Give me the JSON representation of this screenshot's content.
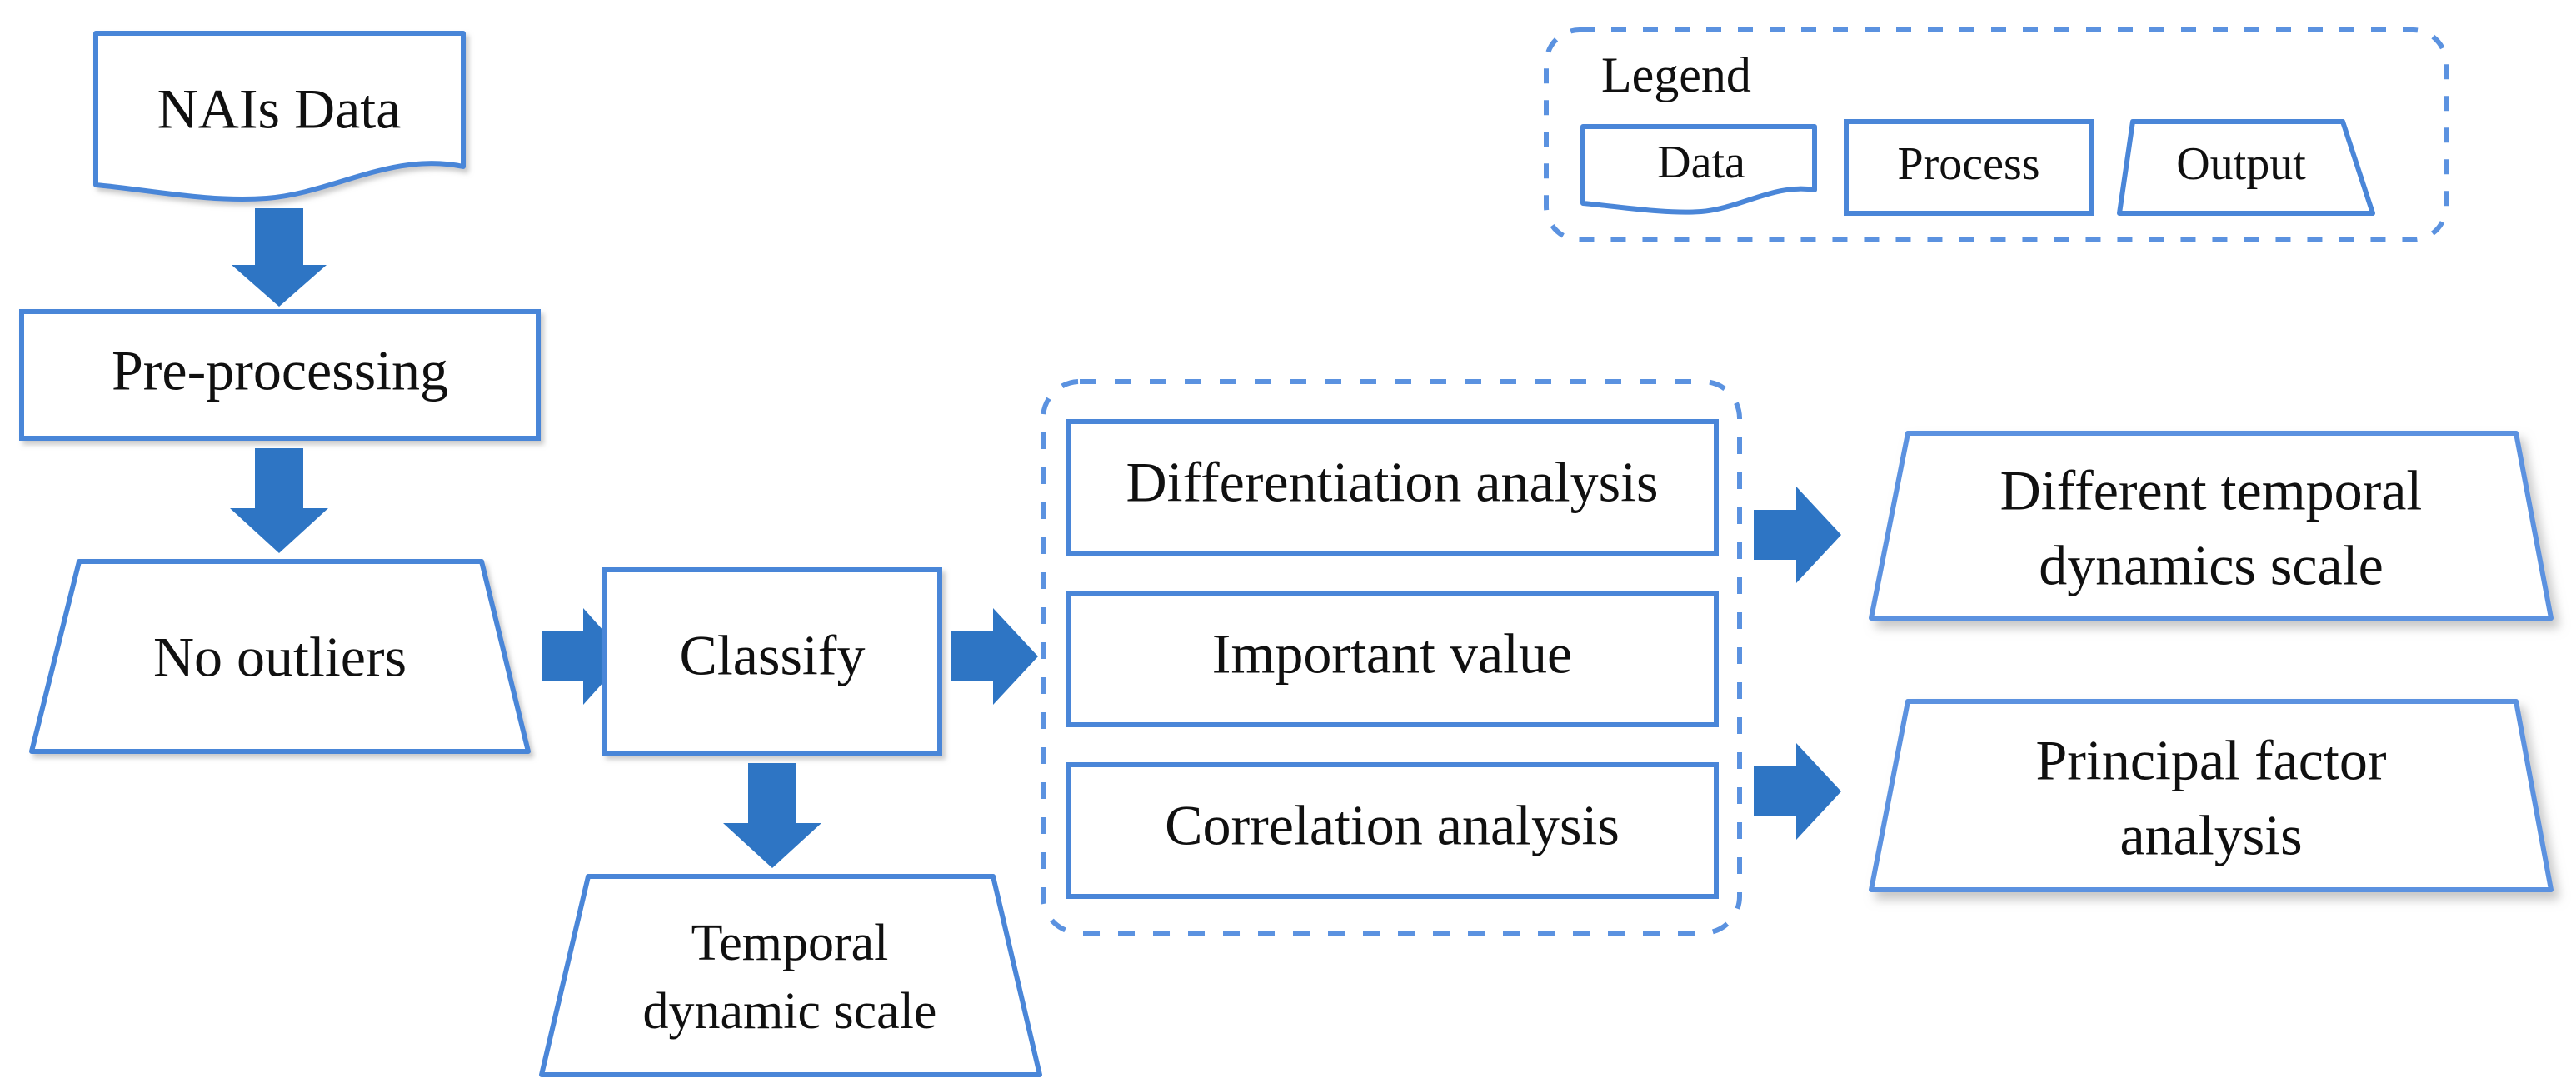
{
  "diagram": {
    "title": "NAIs data analysis workflow flowchart",
    "colors": {
      "shape_stroke": "#4a86d8",
      "arrow_fill": "#2e75c4",
      "group_dash": "#5b92e0",
      "text": "#101010",
      "background": "#ffffff",
      "shadow": "#b9b9b9"
    }
  },
  "nodes": {
    "nais_data": {
      "label": "NAIs Data",
      "type": "data"
    },
    "pre_processing": {
      "label": "Pre-processing",
      "type": "process"
    },
    "no_outliers": {
      "label": "No outliers",
      "type": "output"
    },
    "classify": {
      "label": "Classify",
      "type": "process"
    },
    "temporal_dynamic_scale": {
      "label_line1": "Temporal",
      "label_line2": "dynamic scale",
      "type": "output"
    },
    "differentiation_analysis": {
      "label": "Differentiation analysis",
      "type": "process"
    },
    "important_value": {
      "label": "Important value",
      "type": "process"
    },
    "correlation_analysis": {
      "label": "Correlation analysis",
      "type": "process"
    },
    "different_temporal_dynamics_scale": {
      "label_line1": "Different temporal",
      "label_line2": "dynamics scale",
      "type": "output"
    },
    "principal_factor_analysis": {
      "label_line1": "Principal factor",
      "label_line2": "analysis",
      "type": "output"
    }
  },
  "legend": {
    "title": "Legend",
    "items": [
      {
        "label": "Data",
        "type": "data"
      },
      {
        "label": "Process",
        "type": "process"
      },
      {
        "label": "Output",
        "type": "output"
      }
    ]
  },
  "arrows": [
    {
      "name": "nais-data-to-pre-processing",
      "direction": "down"
    },
    {
      "name": "pre-processing-to-no-outliers",
      "direction": "down"
    },
    {
      "name": "no-outliers-to-classify",
      "direction": "right"
    },
    {
      "name": "classify-to-analysis-group",
      "direction": "right"
    },
    {
      "name": "classify-to-temporal-dynamic-scale",
      "direction": "down"
    },
    {
      "name": "differentiation-to-different-temporal-dynamics-scale",
      "direction": "right"
    },
    {
      "name": "correlation-to-principal-factor-analysis",
      "direction": "right"
    }
  ],
  "groups": [
    {
      "name": "analysis-group",
      "style": "dashed-rounded"
    },
    {
      "name": "legend-group",
      "style": "dashed-rounded"
    }
  ]
}
